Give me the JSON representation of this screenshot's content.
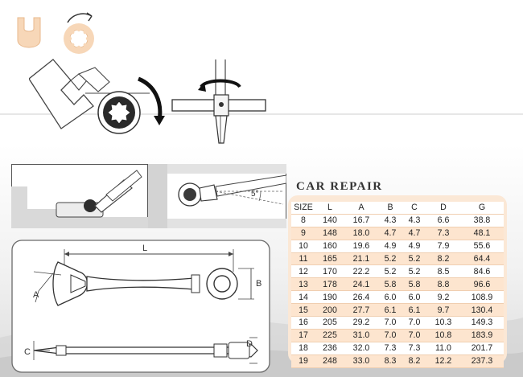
{
  "spec": {
    "title": "CAR REPAIR",
    "columns": [
      "SIZE",
      "L",
      "A",
      "B",
      "C",
      "D",
      "G"
    ],
    "rows": [
      [
        "8",
        "140",
        "16.7",
        "4.3",
        "4.3",
        "6.6",
        "38.8"
      ],
      [
        "9",
        "148",
        "18.0",
        "4.7",
        "4.7",
        "7.3",
        "48.1"
      ],
      [
        "10",
        "160",
        "19.6",
        "4.9",
        "4.9",
        "7.9",
        "55.6"
      ],
      [
        "11",
        "165",
        "21.1",
        "5.2",
        "5.2",
        "8.2",
        "64.4"
      ],
      [
        "12",
        "170",
        "22.2",
        "5.2",
        "5.2",
        "8.5",
        "84.6"
      ],
      [
        "13",
        "178",
        "24.1",
        "5.8",
        "5.8",
        "8.8",
        "96.6"
      ],
      [
        "14",
        "190",
        "26.4",
        "6.0",
        "6.0",
        "9.2",
        "108.9"
      ],
      [
        "15",
        "200",
        "27.7",
        "6.1",
        "6.1",
        "9.7",
        "130.4"
      ],
      [
        "16",
        "205",
        "29.2",
        "7.0",
        "7.0",
        "10.3",
        "149.3"
      ],
      [
        "17",
        "225",
        "31.0",
        "7.0",
        "7.0",
        "10.8",
        "183.9"
      ],
      [
        "18",
        "236",
        "32.0",
        "7.3",
        "7.3",
        "11.0",
        "201.7"
      ],
      [
        "19",
        "248",
        "33.0",
        "8.3",
        "8.2",
        "12.2",
        "237.3"
      ]
    ]
  },
  "diagram": {
    "angle_label": "5°",
    "dimension_labels": {
      "L": "L",
      "A": "A",
      "B": "B",
      "C": "C",
      "D": "D"
    }
  },
  "colors": {
    "accent": "#f4d2b0",
    "accent_light": "#fde5cf",
    "card": "#fbe8d6",
    "line": "#444444",
    "panel_gray": "#e6e6e6"
  }
}
